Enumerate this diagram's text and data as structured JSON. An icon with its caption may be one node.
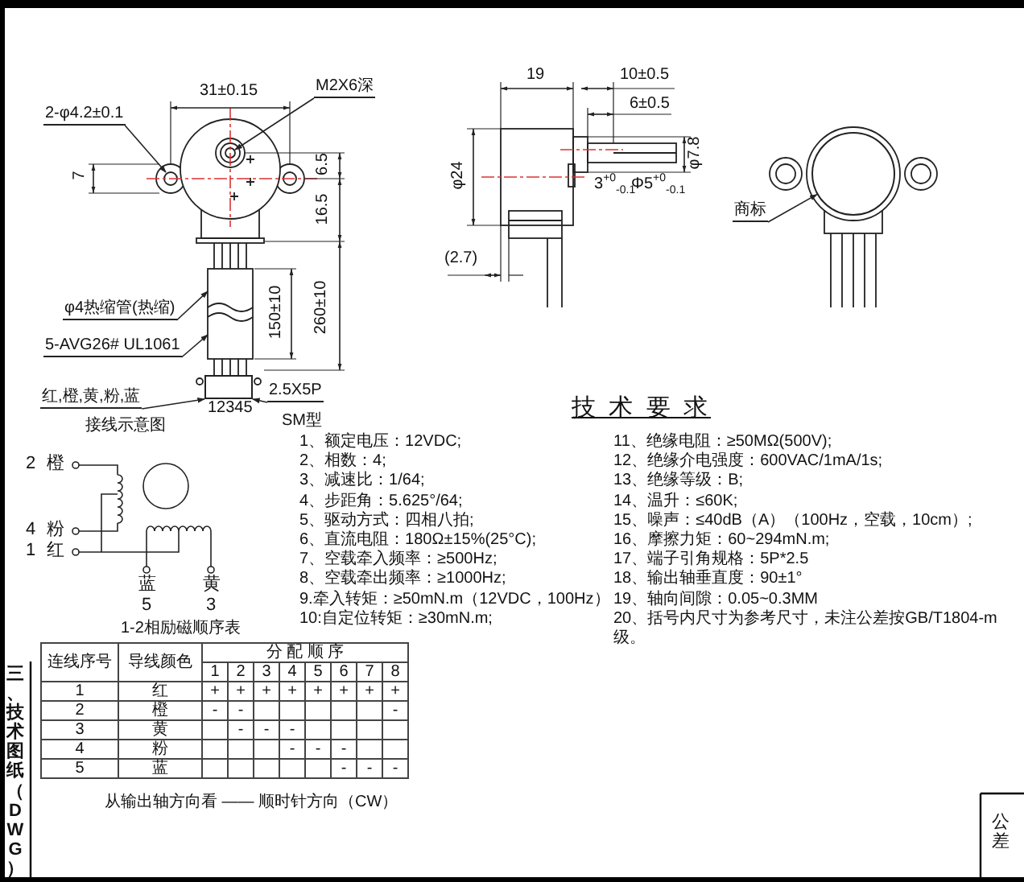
{
  "diagram": {
    "nodes": [
      {
        "text": [
          "2-φ4.2±0.1"
        ]
      },
      {
        "text": [
          "M2X6深"
        ]
      },
      {
        "text": [
          "φ4热缩管(热缩)"
        ]
      },
      {
        "text": [
          "5-AVG26# UL1061"
        ]
      },
      {
        "text": [
          "红,橙,黄,粉,蓝"
        ]
      },
      {
        "text": [
          "2.5X5P"
        ],
        "beside": [
          "SM型"
        ]
      },
      {
        "text": [
          "商标"
        ]
      },
      {
        "text": [],
        "shape": "box"
      },
      {
        "text": [],
        "shape": "circle"
      }
    ],
    "edges": [
      {
        "from": 0,
        "to": null,
        "arrow": "to"
      },
      {
        "from": 1,
        "to": null,
        "arrow": "to"
      },
      {
        "from": 2,
        "to": null,
        "arrow": "to"
      },
      {
        "from": 3,
        "to": null,
        "arrow": "to"
      },
      {
        "from": 4,
        "to": 7,
        "arrow": "to"
      },
      {
        "from": 5,
        "to": 7,
        "arrow": "to"
      },
      {
        "from": 6,
        "to": 8,
        "arrow": "to"
      }
    ],
    "labels": [
      "31±0.15",
      "7",
      "6.5",
      "16.5",
      "150±10",
      "260±10",
      "12345",
      "19",
      "10±0.5",
      "6±0.5",
      "φ24",
      "φ7.8",
      "3$^{+0}$$_{-0.1}$",
      "Φ5$^{+0}$$_{-0.1}$",
      "(2.7)",
      "接线示意图",
      "2",
      "橙",
      "4",
      "粉",
      "1",
      "红",
      "蓝",
      "5",
      "黄",
      "3",
      "技 术 要 求",
      "1、额定电压：12VDC;",
      "2、相数：4;",
      "3、减速比：1/64;",
      "4、步距角：5.625°/64;",
      "5、驱动方式：四相八拍;",
      "6、直流电阻：180Ω±15%(25°C);",
      "7、空载牵入频率：≥500Hz;",
      "8、空载牵出频率：≥1000Hz;",
      "9.牵入转矩：≥50mN.m（12VDC，100Hz）",
      "10:自定位转矩：≥30mN.m;",
      "11、绝缘电阻：≥50MΩ(500V);",
      "12、绝缘介电强度：600VAC/1mA/1s;",
      "13、绝缘等级：B;",
      "14、温升：≤60K;",
      "15、噪声：≤40dB（A）（100Hz，空载，10cm）;",
      "16、摩擦力矩：60~294mN.m;",
      "17、端子引角规格：5P*2.5",
      "18、输出轴垂直度：90±1°",
      "19、轴向间隙：0.05~0.3MM",
      "20、括号内尺寸为参考尺寸，未注公差按GB/T1804-m级。",
      "1-2相励磁顺序表",
      "连线序号",
      "导线颜色",
      "分 配 顺 序",
      "1",
      "2",
      "3",
      "4",
      "5",
      "6",
      "7",
      "8",
      "1",
      "红",
      "+",
      "+",
      "+",
      "+",
      "+",
      "+",
      "+",
      "+",
      "2",
      "橙",
      "-",
      "-",
      "-",
      "3",
      "黄",
      "-",
      "-",
      "-",
      "4",
      "粉",
      "-",
      "-",
      "-",
      "5",
      "蓝",
      "-",
      "-",
      "-",
      "从输出轴方向看 —— 顺时针方向（CW）",
      "三、技术图纸（DWG）",
      "公差"
    ]
  }
}
